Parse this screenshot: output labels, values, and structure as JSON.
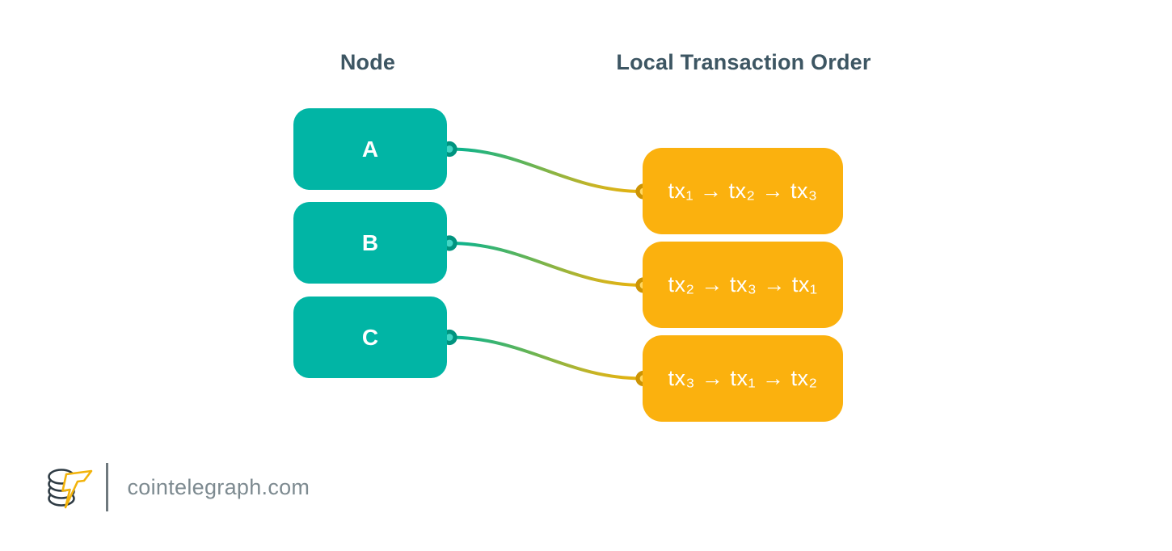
{
  "headers": {
    "node": "Node",
    "order": "Local Transaction Order"
  },
  "nodes": [
    {
      "label": "A",
      "order": "tx₁ → tx₂ → tx₃"
    },
    {
      "label": "B",
      "order": "tx₂ → tx₃ → tx₁"
    },
    {
      "label": "C",
      "order": "tx₃ → tx₁ → tx₂"
    }
  ],
  "footer": {
    "site": "cointelegraph.com",
    "logo_icon": "cointelegraph-coin-stack-lightning-logo"
  },
  "colors": {
    "teal": "#01B5A5",
    "teal_dot_ring": "#00947F",
    "teal_dot_fill": "#43D6C5",
    "orange": "#FBB10E",
    "orange_dot_ring": "#CD9404",
    "orange_dot_fill": "#FFD763",
    "header_text": "#3D5663",
    "box_text": "#FFFFFF",
    "curve_start": "#00B394",
    "curve_mid1": "#63B457",
    "curve_mid2": "#C9B424",
    "curve_end": "#E9B20D",
    "footer_text": "#7D8A90",
    "divider": "#6F797E",
    "coin_stroke": "#2E3B44",
    "bolt_stroke": "#F2B30B",
    "bg": "#FFFFFF"
  }
}
